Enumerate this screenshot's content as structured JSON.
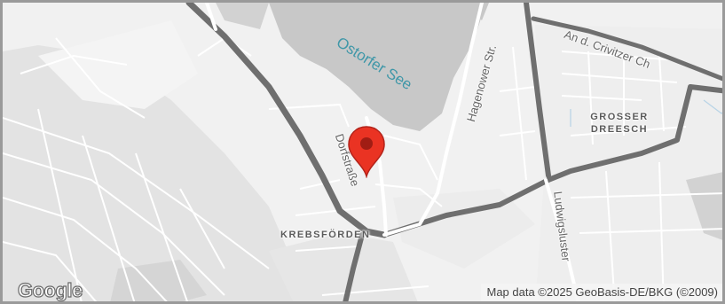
{
  "map": {
    "water_labels": [
      "Ostorfer See"
    ],
    "road_labels": [
      "Hagenower Str.",
      "An d. Crivitzer Ch",
      "Dorfstraße",
      "Ludwigsluster"
    ],
    "district_labels": [
      "GROSSER DREESCH",
      "KREBSFÖRDEN"
    ],
    "marker": {
      "icon": "map-pin-icon",
      "color": "#ea3323"
    },
    "logo": "Google",
    "attribution": "Map data ©2025 GeoBasis-DE/BKG (©2009)"
  }
}
